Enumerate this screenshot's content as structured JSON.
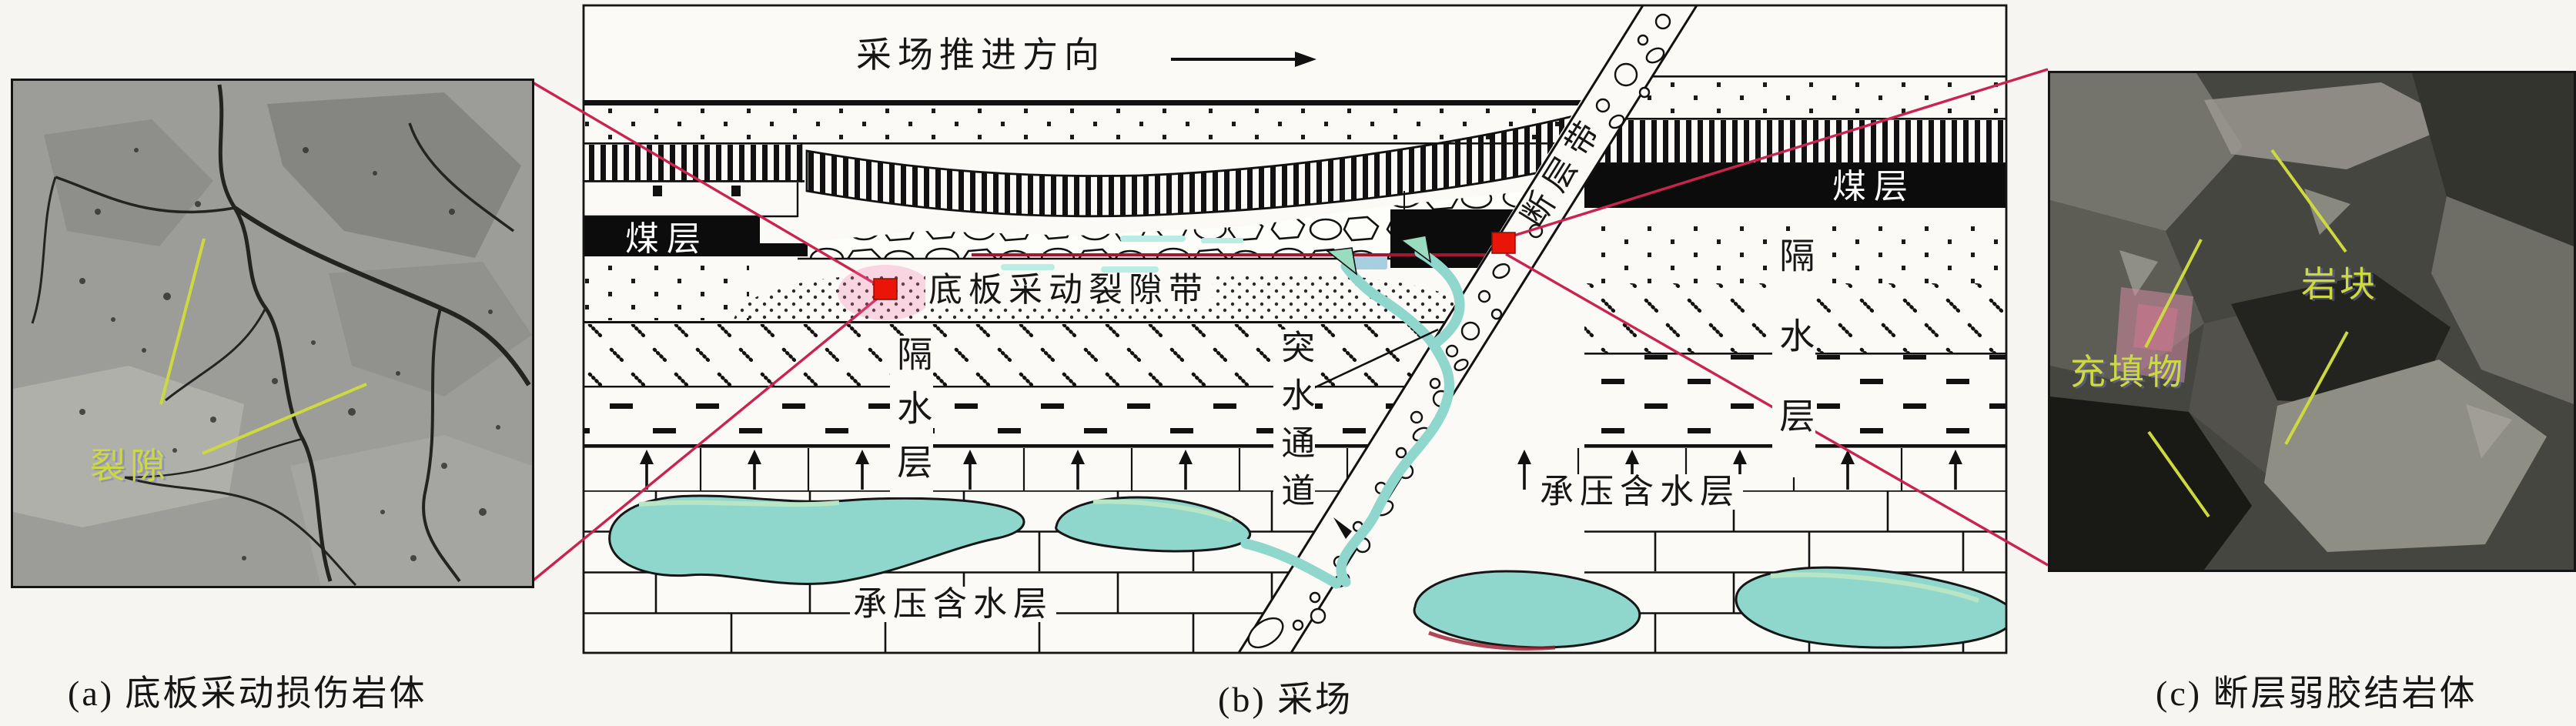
{
  "panel_a": {
    "caption": "(a) 底板采动损伤岩体",
    "fracture_label": "裂隙"
  },
  "panel_b": {
    "caption": "(b) 采场",
    "title": "采场推进方向",
    "coal_left": "煤层",
    "coal_right": "煤层",
    "fracture_zone": "底板采动裂隙带",
    "aquiclude_left": "隔水层",
    "aquiclude_right": "隔水层",
    "channel": "突水通道",
    "fault_zone": "断层带",
    "aquifer_left": "承压含水层",
    "aquifer_right": "承压含水层"
  },
  "panel_c": {
    "caption": "(c) 断层弱胶结岩体",
    "rock_label": "岩块",
    "fill_label": "充填物"
  },
  "icons": {
    "advance_arrow": "right-arrow",
    "pressure_arrows": "up-arrow",
    "flow_arrows": "curved-teal-arrow"
  },
  "colors": {
    "page-bg": "#f6f5f2",
    "paper": "#fbfaf7",
    "ink": "#161616",
    "crimson": "#cb2350",
    "marker-red": "#ea1408",
    "dark-red": "#a31830",
    "water-teal": "#8fd7cd",
    "flow-light": "#c6eede",
    "label-green": "#ccd93f",
    "photo-a-bg": "#9c9c99",
    "photo-c-bg": "#464640"
  }
}
